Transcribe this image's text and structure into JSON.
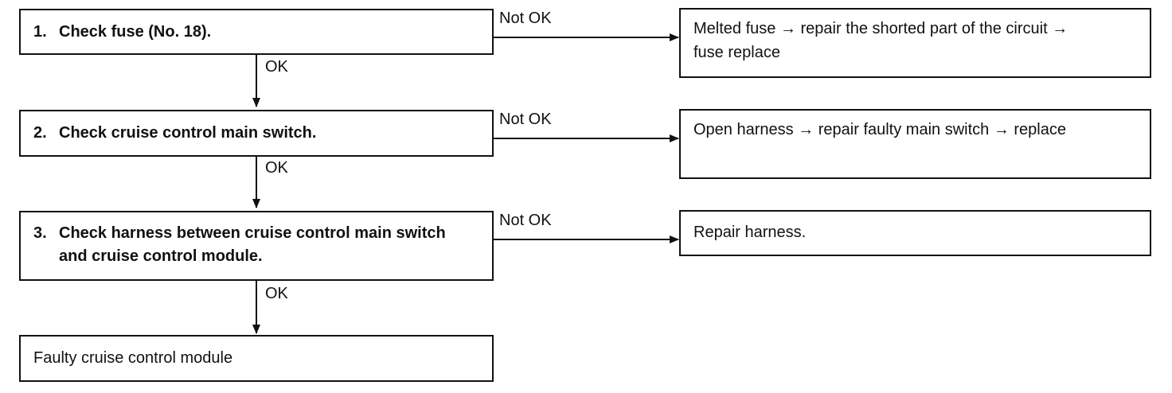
{
  "steps": [
    {
      "number": "1.",
      "text": "Check fuse (No. 18)."
    },
    {
      "number": "2.",
      "text": "Check cruise control main switch."
    },
    {
      "number": "3.",
      "text": "Check harness between cruise control main switch and cruise control module."
    }
  ],
  "results": [
    {
      "text": "Melted fuse → repair the shorted part of the circuit → fuse replace"
    },
    {
      "text": "Open harness → repair faulty main switch → replace"
    },
    {
      "text": "Repair harness."
    }
  ],
  "final": {
    "text": "Faulty cruise control module"
  },
  "labels": {
    "ok": "OK",
    "not_ok": "Not OK"
  }
}
